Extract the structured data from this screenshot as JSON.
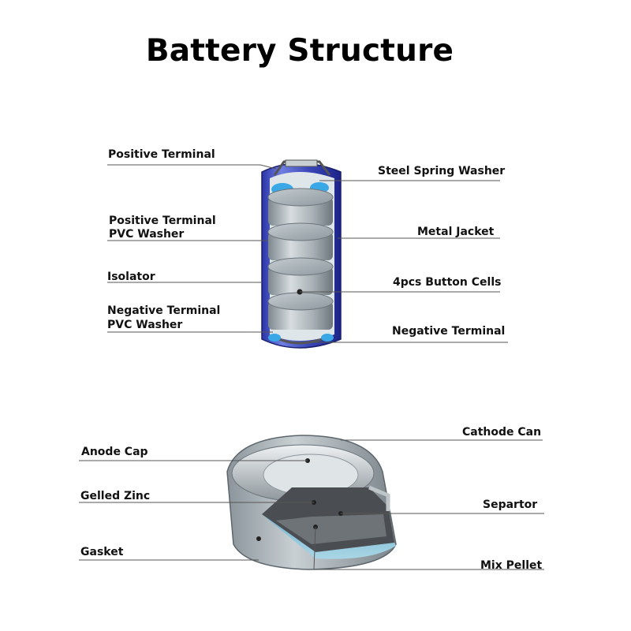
{
  "title": "Battery Structure",
  "cylinder_labels": {
    "positive_terminal": "Positive Terminal",
    "steel_spring_washer": "Steel Spring Washer",
    "pos_pvc_line1": "Positive Terminal",
    "pos_pvc_line2": "PVC Washer",
    "metal_jacket": "Metal Jacket",
    "isolator": "Isolator",
    "button_cells": "4pcs Button Cells",
    "neg_pvc_line1": "Negative Terminal",
    "neg_pvc_line2": "PVC Washer",
    "negative_terminal": "Negative Terminal"
  },
  "cell_labels": {
    "anode_cap": "Anode Cap",
    "cathode_can": "Cathode Can",
    "gelled_zinc": "Gelled Zinc",
    "separator": "Separtor",
    "gasket": "Gasket",
    "mix_pellet": "Mix Pellet"
  },
  "colors": {
    "jacket_blue": "#3a46b8",
    "cell_grey": "#9aa4aa",
    "leader_line": "#555555"
  }
}
